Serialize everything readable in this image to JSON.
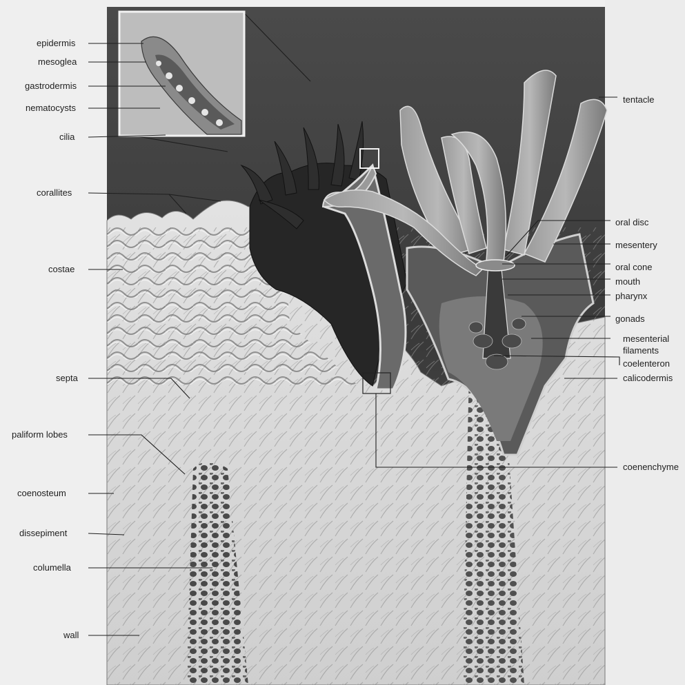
{
  "labels": {
    "epidermis": "epidermis",
    "mesoglea": "mesoglea",
    "gastrodermis": "gastrodermis",
    "nematocysts": "nematocysts",
    "cilia": "cilia",
    "corallites": "corallites",
    "costae": "costae",
    "septa": "septa",
    "paliform_lobes": "paliform lobes",
    "coenosteum": "coenosteum",
    "dissepiment": "dissepiment",
    "columella": "columella",
    "wall": "wall",
    "tentacle": "tentacle",
    "oral_disc": "oral disc",
    "mesentery": "mesentery",
    "oral_cone": "oral cone",
    "mouth": "mouth",
    "pharynx": "pharynx",
    "gonads": "gonads",
    "mesenterial_filaments_1": "mesenterial",
    "mesenterial_filaments_2": "filaments",
    "coelenteron": "coelenteron",
    "calicodermis": "calicodermis",
    "coenenchyme": "coenenchyme"
  },
  "colors": {
    "paper": "#efefef",
    "water_dark": "#3e3e3e",
    "water_light": "#6a6a6a",
    "skeleton": "#d9d9d9",
    "polyp_dark": "#262626",
    "polyp_mid": "#5a5a5a",
    "label_text": "#1e1e1e"
  }
}
